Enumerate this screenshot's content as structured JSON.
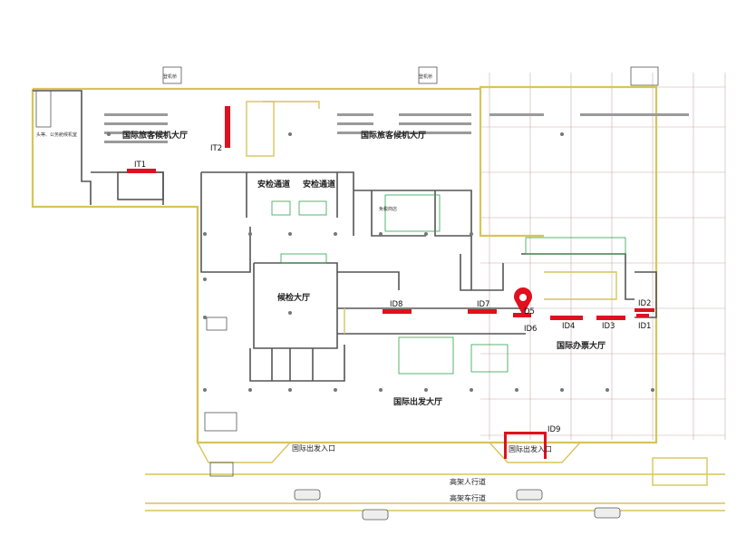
{
  "colors": {
    "wall": "#d8c45a",
    "wall_dark": "#555555",
    "grid": "#b89a9a",
    "counter": "#e0101e",
    "pin": "#e0101e",
    "furniture": "#2fa24c"
  },
  "labels": {
    "vip_lounge": "头等、公务舱候机室",
    "intl_lounge_left": "国际旅客候机大厅",
    "intl_lounge_right": "国际旅客候机大厅",
    "security_1": "安检通道",
    "security_2": "安检通道",
    "duty_free": "免税商店",
    "inspection_hall": "候检大厅",
    "checkin_hall": "国际办票大厅",
    "departure_hall": "国际出发大厅",
    "entrance_left": "国际出发入口",
    "entrance_right": "国际出发入口",
    "walkway": "高架人行道",
    "roadway": "高架车行道",
    "stairs_1": "登机桥",
    "stairs_2": "登机桥"
  },
  "counters": {
    "it1": "IT1",
    "it2": "IT2",
    "id1": "ID1",
    "id2": "ID2",
    "id3": "ID3",
    "id4": "ID4",
    "id5": "D5",
    "id6": "ID6",
    "id7": "ID7",
    "id8": "ID8",
    "id9": "ID9"
  },
  "icons": {
    "location_pin": "location-pin-icon"
  }
}
